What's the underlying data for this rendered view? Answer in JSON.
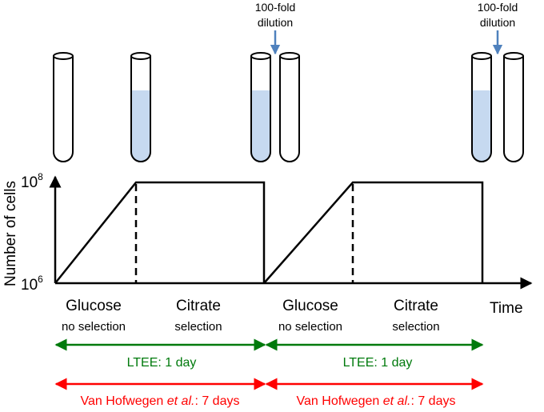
{
  "dilution_label": [
    "100-fold",
    "dilution"
  ],
  "y_axis": {
    "label": "Number of cells",
    "top_tick": {
      "base": "10",
      "exp": "8"
    },
    "bottom_tick": {
      "base": "10",
      "exp": "6"
    }
  },
  "x_axis_label": "Time",
  "phases": [
    {
      "name": "Glucose",
      "sub": "no selection"
    },
    {
      "name": "Citrate",
      "sub": "selection"
    },
    {
      "name": "Glucose",
      "sub": "no selection"
    },
    {
      "name": "Citrate",
      "sub": "selection"
    }
  ],
  "ltee_label": "LTEE: 1 day",
  "vh_label": {
    "prefix": "Van Hofwegen ",
    "italic": "et al.",
    "suffix": ": 7 days"
  },
  "colors": {
    "tube_fill": "#c6d9f0",
    "dilution_arrow": "#4f81bd",
    "ltee": "#007a0c",
    "vanhofwegen": "#ff0000",
    "axis": "#000000"
  }
}
